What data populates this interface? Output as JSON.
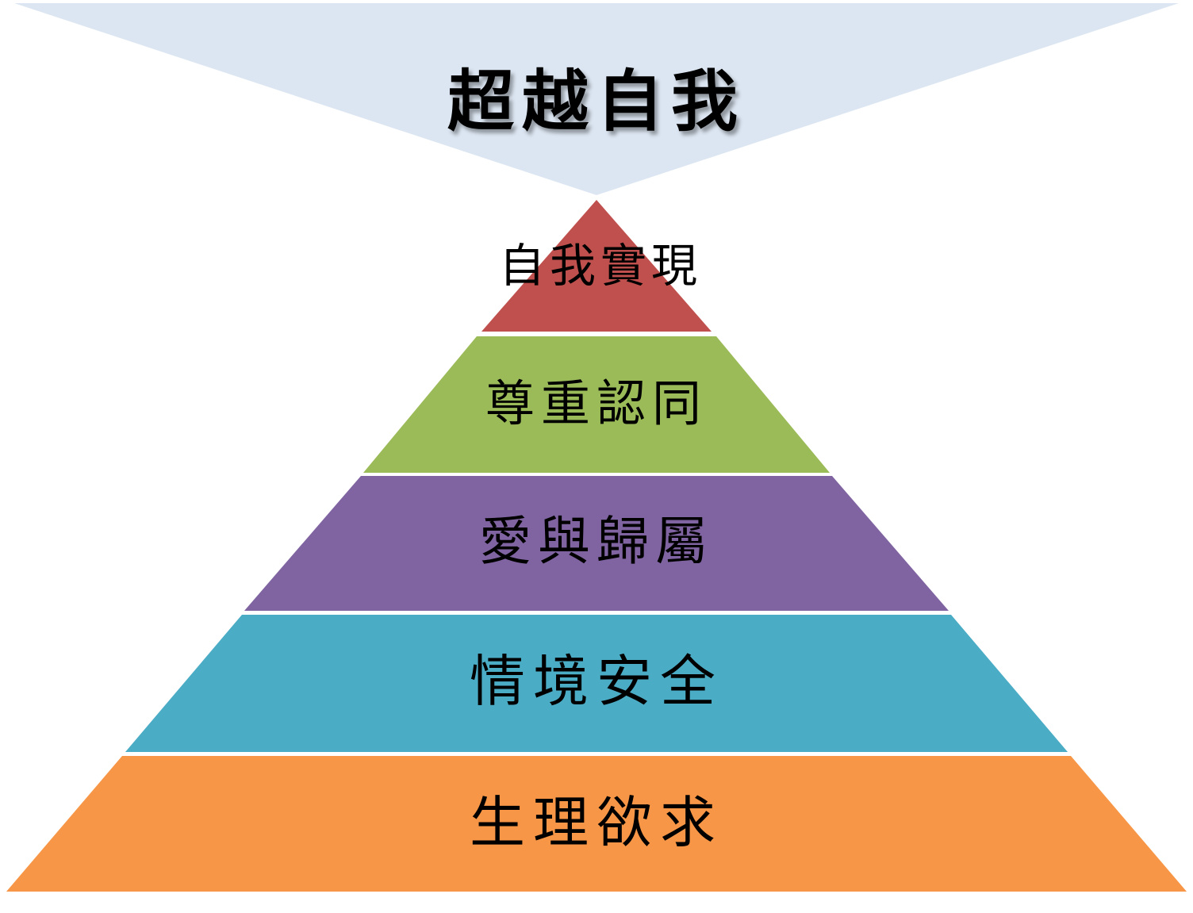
{
  "top": {
    "label": "超越自我",
    "color": "#dce6f2"
  },
  "levels": [
    {
      "label": "自我實現",
      "color": "#c0504d"
    },
    {
      "label": "尊重認同",
      "color": "#9bbb59"
    },
    {
      "label": "愛與歸屬",
      "color": "#8064a2"
    },
    {
      "label": "情境安全",
      "color": "#4bacc6"
    },
    {
      "label": "生理欲求",
      "color": "#f79646"
    }
  ]
}
